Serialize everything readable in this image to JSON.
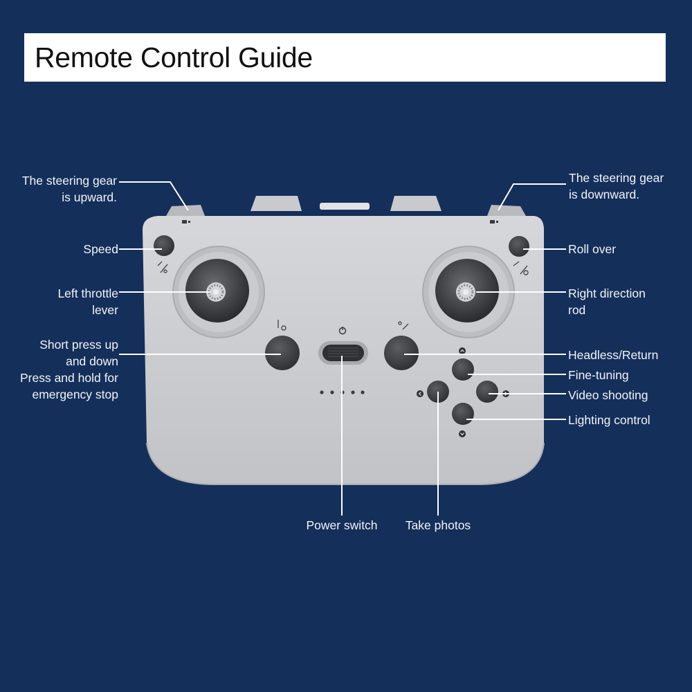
{
  "title": "Remote Control Guide",
  "labels": {
    "steering_up": [
      "The steering gear",
      "is upward."
    ],
    "steering_down": [
      "The steering gear",
      "is downward."
    ],
    "speed": "Speed",
    "roll_over": "Roll over",
    "left_throttle": [
      "Left throttle",
      "lever"
    ],
    "right_direction": [
      "Right direction",
      "rod"
    ],
    "short_press": [
      "Short press up",
      "and down",
      "Press and hold for",
      "emergency stop"
    ],
    "headless_return": "Headless/Return",
    "fine_tuning": "Fine-tuning",
    "video_shooting": "Video shooting",
    "lighting_control": "Lighting control",
    "power_switch": "Power switch",
    "take_photos": "Take photos"
  },
  "colors": {
    "background": "#142f5a",
    "controller_body": "#cfd0d3",
    "button": "#3a3a3d",
    "leader_line": "#ffffff"
  },
  "icons": {
    "joystick": "joystick-icon",
    "power": "power-icon",
    "dpad_arrows": "arrow-icon"
  }
}
